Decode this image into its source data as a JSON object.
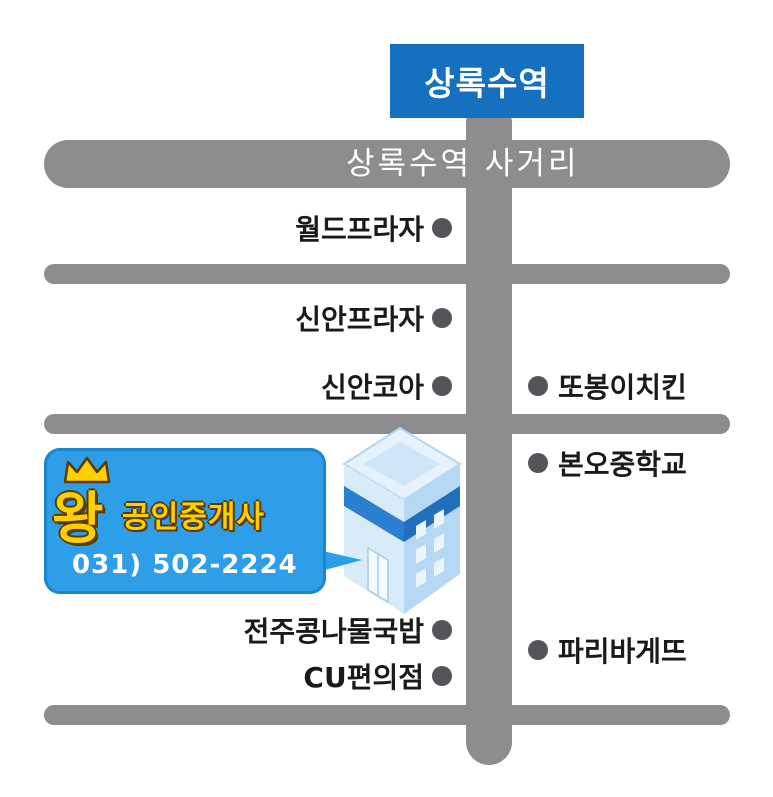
{
  "map": {
    "station": "상록수역",
    "intersection": "상록수역 사거리",
    "colors": {
      "road": "#8d8d8f",
      "station_bg": "#1570bf",
      "agency_bg": "#2e9ee8",
      "agency_title": "#ffd000",
      "dot": "#555559"
    }
  },
  "pois_left": [
    {
      "name": "월드프라자"
    },
    {
      "name": "신안프라자"
    },
    {
      "name": "신안코아"
    },
    {
      "name": "전주콩나물국밥"
    },
    {
      "name": "CU편의점"
    }
  ],
  "pois_right": [
    {
      "name": "또봉이치킨"
    },
    {
      "name": "본오중학교"
    },
    {
      "name": "파리바게뜨"
    }
  ],
  "agency": {
    "logo_char": "왕",
    "name": "공인중개사",
    "phone": "031) 502-2224",
    "icon": "building-icon"
  }
}
